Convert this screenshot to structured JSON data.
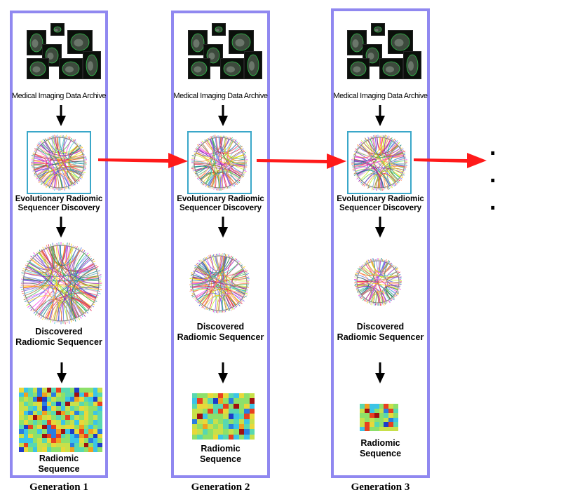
{
  "generations": [
    {
      "archive_caption": "Medical Imaging Data Archive",
      "discovery_label": [
        "Evolutionary Radiomic",
        "Sequencer Discovery"
      ],
      "sequencer_label": [
        "Discovered",
        "Radiomic Sequencer"
      ],
      "sequence_label": [
        "Radiomic",
        "Sequence"
      ],
      "title": "Generation 1"
    },
    {
      "archive_caption": "Medical Imaging Data Archive",
      "discovery_label": [
        "Evolutionary Radiomic",
        "Sequencer Discovery"
      ],
      "sequencer_label": [
        "Discovered",
        "Radiomic Sequencer"
      ],
      "sequence_label": [
        "Radiomic",
        "Sequence"
      ],
      "title": "Generation 2"
    },
    {
      "archive_caption": "Medical Imaging Data Archive",
      "discovery_label": [
        "Evolutionary Radiomic",
        "Sequencer Discovery"
      ],
      "sequencer_label": [
        "Discovered",
        "Radiomic Sequencer"
      ],
      "sequence_label": [
        "Radiomic",
        "Sequence"
      ],
      "title": "Generation 3"
    }
  ],
  "continuation": "· · ·",
  "colors": {
    "frame": "#9088f0",
    "selection": "#3aa7c9",
    "arrow": "#ff1a1a"
  }
}
